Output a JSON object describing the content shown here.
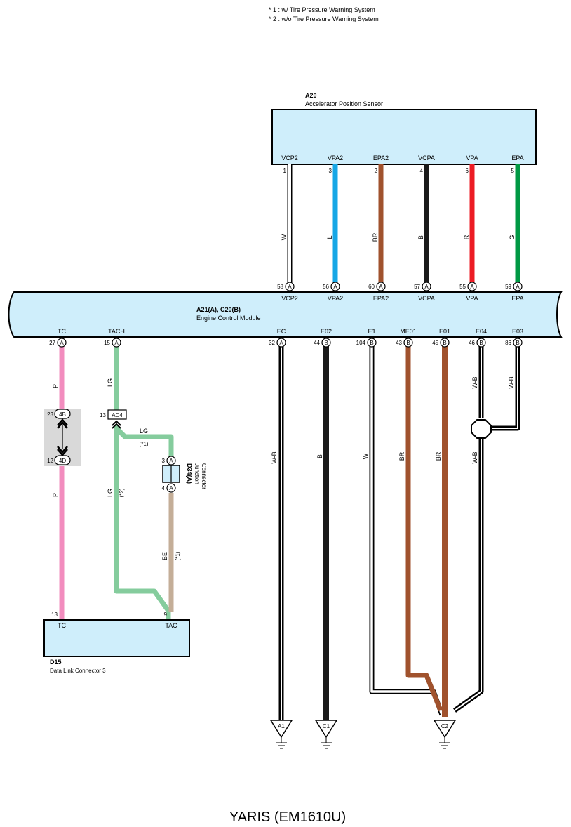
{
  "notes": [
    "* 1 : w/ Tire Pressure Warning System",
    "* 2 : w/o Tire Pressure Warning System"
  ],
  "sensor": {
    "id": "A20",
    "name": "Accelerator Position Sensor",
    "terminals": [
      {
        "name": "VCP2",
        "pin": "1"
      },
      {
        "name": "VPA2",
        "pin": "3"
      },
      {
        "name": "EPA2",
        "pin": "2"
      },
      {
        "name": "VCPA",
        "pin": "4"
      },
      {
        "name": "VPA",
        "pin": "6"
      },
      {
        "name": "EPA",
        "pin": "5"
      }
    ]
  },
  "ecm": {
    "id": "A21(A), C20(B)",
    "name": "Engine Control Module",
    "top_terminals": [
      {
        "name": "VCP2",
        "pin": "58",
        "conn": "A"
      },
      {
        "name": "VPA2",
        "pin": "56",
        "conn": "A"
      },
      {
        "name": "EPA2",
        "pin": "60",
        "conn": "A"
      },
      {
        "name": "VCPA",
        "pin": "57",
        "conn": "A"
      },
      {
        "name": "VPA",
        "pin": "55",
        "conn": "A"
      },
      {
        "name": "EPA",
        "pin": "59",
        "conn": "A"
      }
    ],
    "bottom_terminals": [
      {
        "name": "TC",
        "pin": "27",
        "conn": "A"
      },
      {
        "name": "TACH",
        "pin": "15",
        "conn": "A"
      },
      {
        "name": "EC",
        "pin": "32",
        "conn": "A"
      },
      {
        "name": "E02",
        "pin": "44",
        "conn": "B"
      },
      {
        "name": "E1",
        "pin": "104",
        "conn": "B"
      },
      {
        "name": "ME01",
        "pin": "43",
        "conn": "B"
      },
      {
        "name": "E01",
        "pin": "45",
        "conn": "B"
      },
      {
        "name": "E04",
        "pin": "46",
        "conn": "B"
      },
      {
        "name": "E03",
        "pin": "86",
        "conn": "B"
      }
    ]
  },
  "sensor_wires": [
    {
      "label": "W",
      "color": "#ffffff"
    },
    {
      "label": "L",
      "color": "#16a7e6"
    },
    {
      "label": "BR",
      "color": "#a0522d"
    },
    {
      "label": "B",
      "color": "#1a1a1a"
    },
    {
      "label": "R",
      "color": "#ec1c24"
    },
    {
      "label": "G",
      "color": "#009944"
    }
  ],
  "wires": {
    "tc": {
      "label": "P",
      "color": "#f28cbe"
    },
    "tach": {
      "label": "LG",
      "color": "#85cc9d"
    },
    "tach_branch": {
      "label": "LG",
      "note": "(*1)"
    },
    "tach_direct": {
      "label": "LG",
      "note": "(*2)"
    },
    "tac": {
      "label": "BE",
      "note": "(*1)",
      "color": "#c4ae98"
    },
    "ec": {
      "label": "W-B"
    },
    "e02": {
      "label": "B",
      "color": "#1a1a1a"
    },
    "e1": {
      "label": "W"
    },
    "me01": {
      "label": "BR",
      "color": "#a0522d"
    },
    "e01": {
      "label": "BR",
      "color": "#a0522d"
    },
    "e04_upper": {
      "label": "W-B"
    },
    "e04_lower": {
      "label": "W-B"
    },
    "e03": {
      "label": "W-B"
    }
  },
  "inline_connector": {
    "top_pin": "23",
    "top_conn": "4B",
    "bottom_pin": "12",
    "bottom_conn": "4D"
  },
  "ad4": {
    "pin": "13",
    "id": "AD4"
  },
  "junction": {
    "id": "D34(A)",
    "name1": "Junction",
    "name2": "Connector",
    "pin_top": "3",
    "pin_bottom": "4",
    "conn": "A"
  },
  "dlc": {
    "id": "D15",
    "name": "Data Link Connector 3",
    "terminals": [
      {
        "name": "TC",
        "pin": "13"
      },
      {
        "name": "TAC",
        "pin": "9"
      }
    ]
  },
  "grounds": [
    "A1",
    "C1",
    "C2"
  ],
  "footer": "YARIS (EM1610U)"
}
